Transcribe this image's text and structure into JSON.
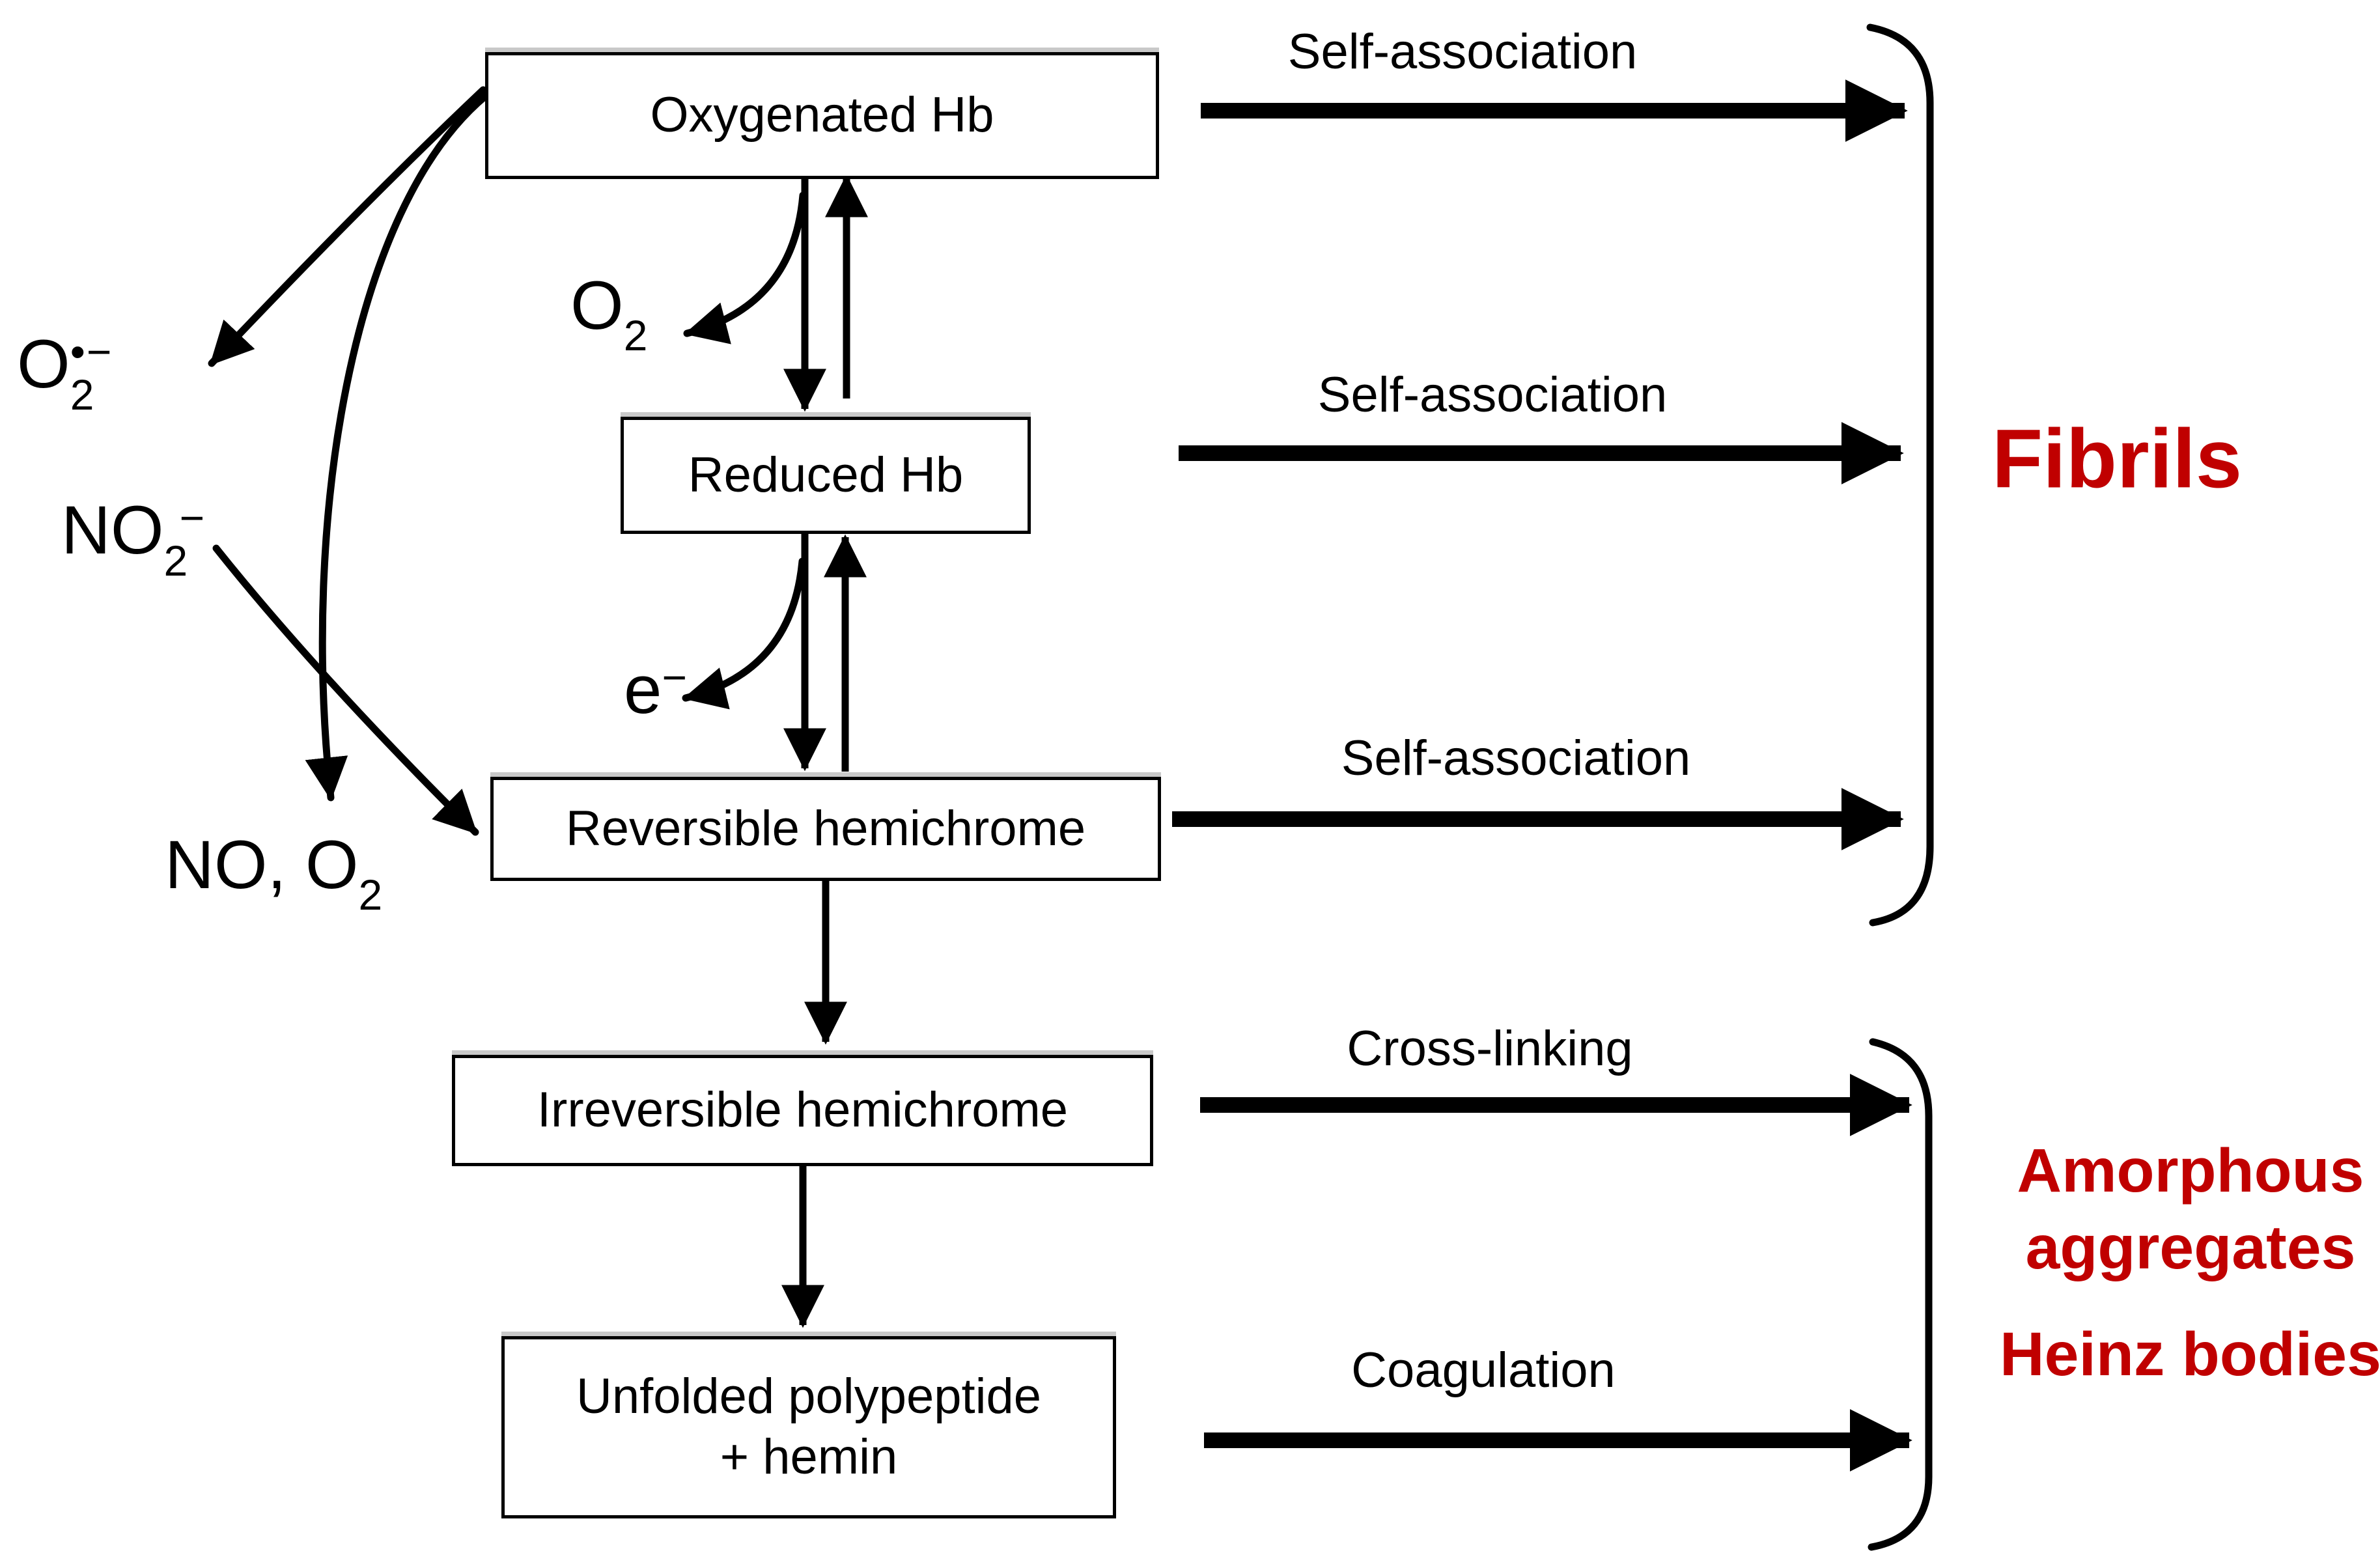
{
  "boxes": {
    "oxygenated": {
      "label": "Oxygenated Hb"
    },
    "reduced": {
      "label": "Reduced Hb"
    },
    "reversible": {
      "label": "Reversible hemichrome"
    },
    "irreversible": {
      "label": "Irreversible hemichrome"
    },
    "unfolded": {
      "line1": "Unfolded polypeptide",
      "line2": "+ hemin"
    }
  },
  "process_labels": {
    "self_association_1": "Self-association",
    "self_association_2": "Self-association",
    "self_association_3": "Self-association",
    "cross_linking": "Cross-linking",
    "coagulation": "Coagulation"
  },
  "outcomes": {
    "fibrils": "Fibrils",
    "amorphous_line1": "Amorphous",
    "amorphous_line2": "aggregates",
    "heinz_bodies": "Heinz bodies"
  },
  "species": {
    "superoxide": {
      "base": "O",
      "sub": "2",
      "sup": "•−"
    },
    "nitrite": {
      "base": "NO",
      "sub": "2",
      "sup": "−"
    },
    "released_o2": {
      "base": "O",
      "sub": "2"
    },
    "electron": {
      "base": "e",
      "sup": "−"
    },
    "no_o2": {
      "base": "NO, O",
      "sub": "2"
    }
  },
  "colors": {
    "outcome_red": "#c00000",
    "ink": "#000000"
  }
}
